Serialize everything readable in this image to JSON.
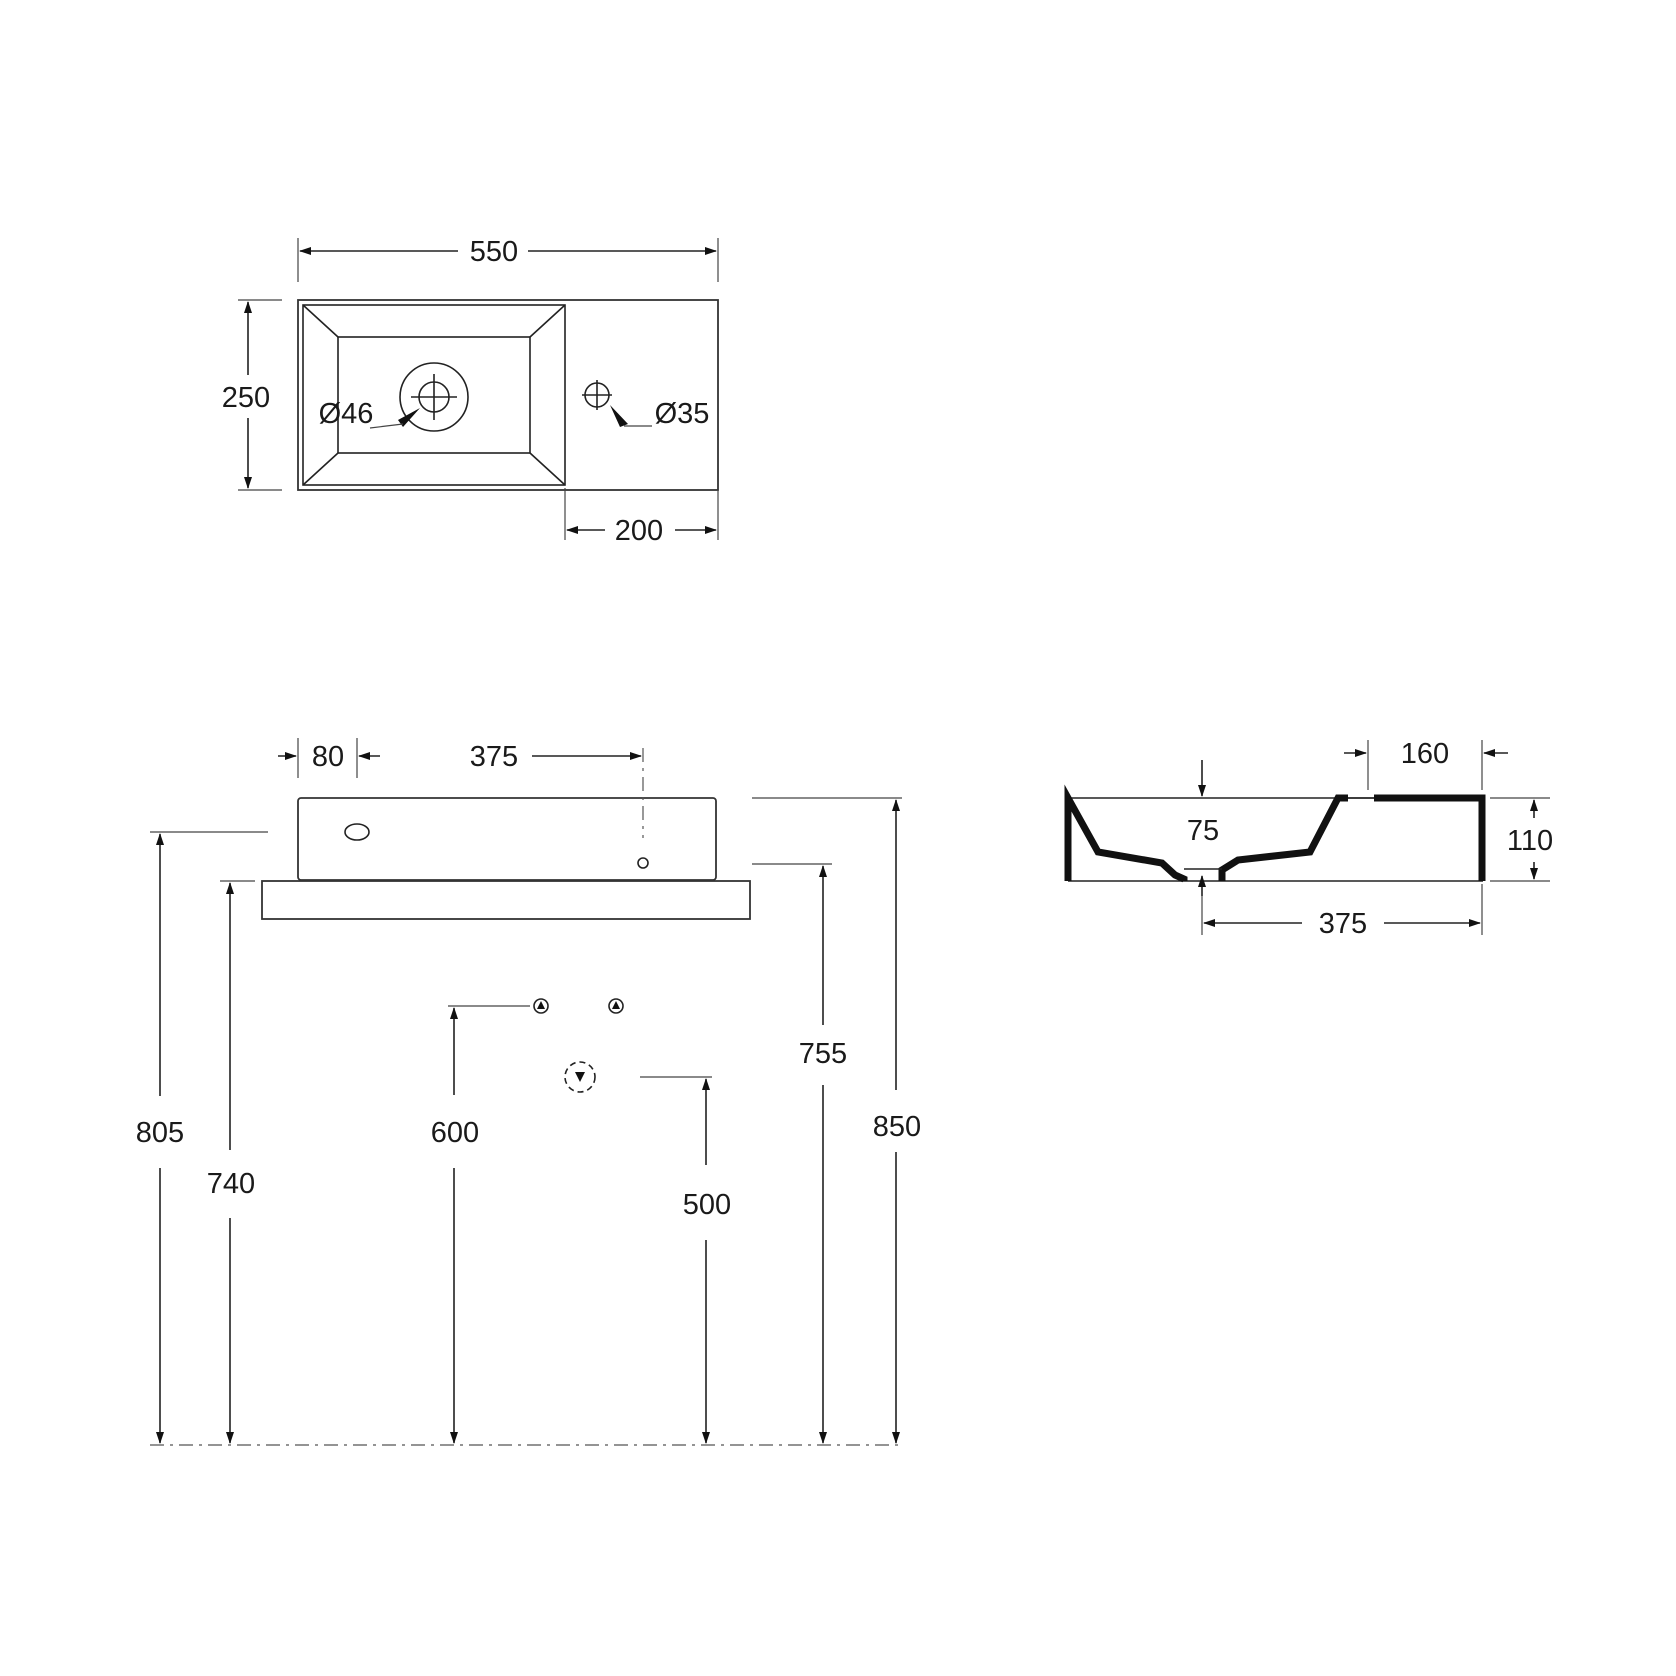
{
  "top_view": {
    "width": "550",
    "depth": "250",
    "drain_diameter": "Ø46",
    "tap_hole_diameter": "Ø35",
    "deck_width": "200"
  },
  "front_view": {
    "tap_offset": "80",
    "tap_to_drain": "375",
    "height_805": "805",
    "height_740": "740",
    "height_600": "600",
    "height_500": "500",
    "height_755": "755",
    "height_850": "850"
  },
  "side_view": {
    "deck_depth": "160",
    "drain_diameter": "75",
    "basin_height": "110",
    "basin_depth": "375"
  }
}
